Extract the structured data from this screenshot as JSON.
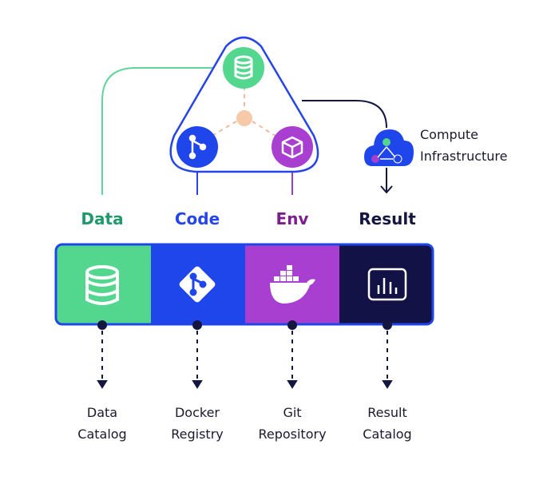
{
  "columns": [
    {
      "key": "data",
      "label": "Data",
      "color": "#1f9a6a",
      "tile_color": "#53d68d",
      "icon": "database-icon",
      "store": [
        "Data",
        "Catalog"
      ]
    },
    {
      "key": "code",
      "label": "Code",
      "color": "#2545e8",
      "tile_color": "#1e46ea",
      "icon": "git-icon",
      "store": [
        "Docker",
        "Registry"
      ]
    },
    {
      "key": "env",
      "label": "Env",
      "color": "#7c1f8e",
      "tile_color": "#a93fd0",
      "icon": "docker-whale-icon",
      "store": [
        "Git",
        "Repository"
      ]
    },
    {
      "key": "result",
      "label": "Result",
      "color": "#141642",
      "tile_color": "#121246",
      "icon": "chart-icon",
      "store": [
        "Result",
        "Catalog"
      ]
    }
  ],
  "compute": {
    "label_lines": [
      "Compute",
      "Infrastructure"
    ],
    "icon": "cloud-icon"
  },
  "triangle": {
    "nodes": [
      "database-icon",
      "git-icon",
      "package-box-icon"
    ],
    "stroke": "#2545e8",
    "center": "#f6c9a9"
  }
}
